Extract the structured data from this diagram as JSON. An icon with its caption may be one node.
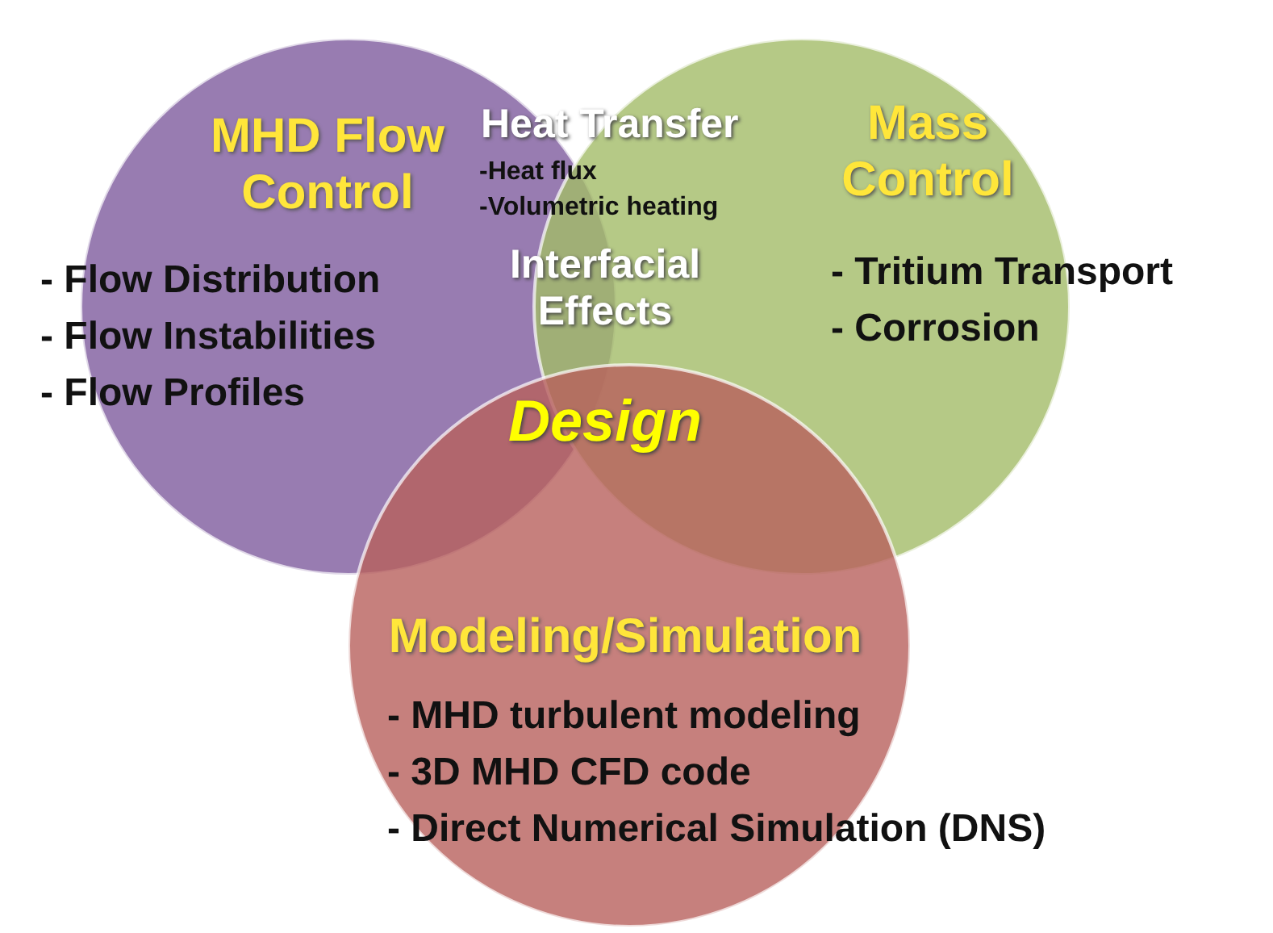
{
  "diagram": {
    "nodes": [
      {
        "text": [
          "MHD Flow Control",
          "- Flow Distribution",
          "- Flow Instabilities",
          "- Flow Profiles"
        ]
      },
      {
        "text": [
          "Mass Control",
          "- Tritium Transport",
          "- Corrosion"
        ]
      },
      {
        "text": [
          "Modeling/Simulation",
          "- MHD turbulent modeling",
          "- 3D MHD CFD code",
          "- Direct Numerical Simulation (DNS)"
        ]
      }
    ],
    "labels": [
      "Heat Transfer",
      "-Heat flux",
      "-Volumetric heating",
      "Interfacial Effects",
      "Design"
    ]
  }
}
